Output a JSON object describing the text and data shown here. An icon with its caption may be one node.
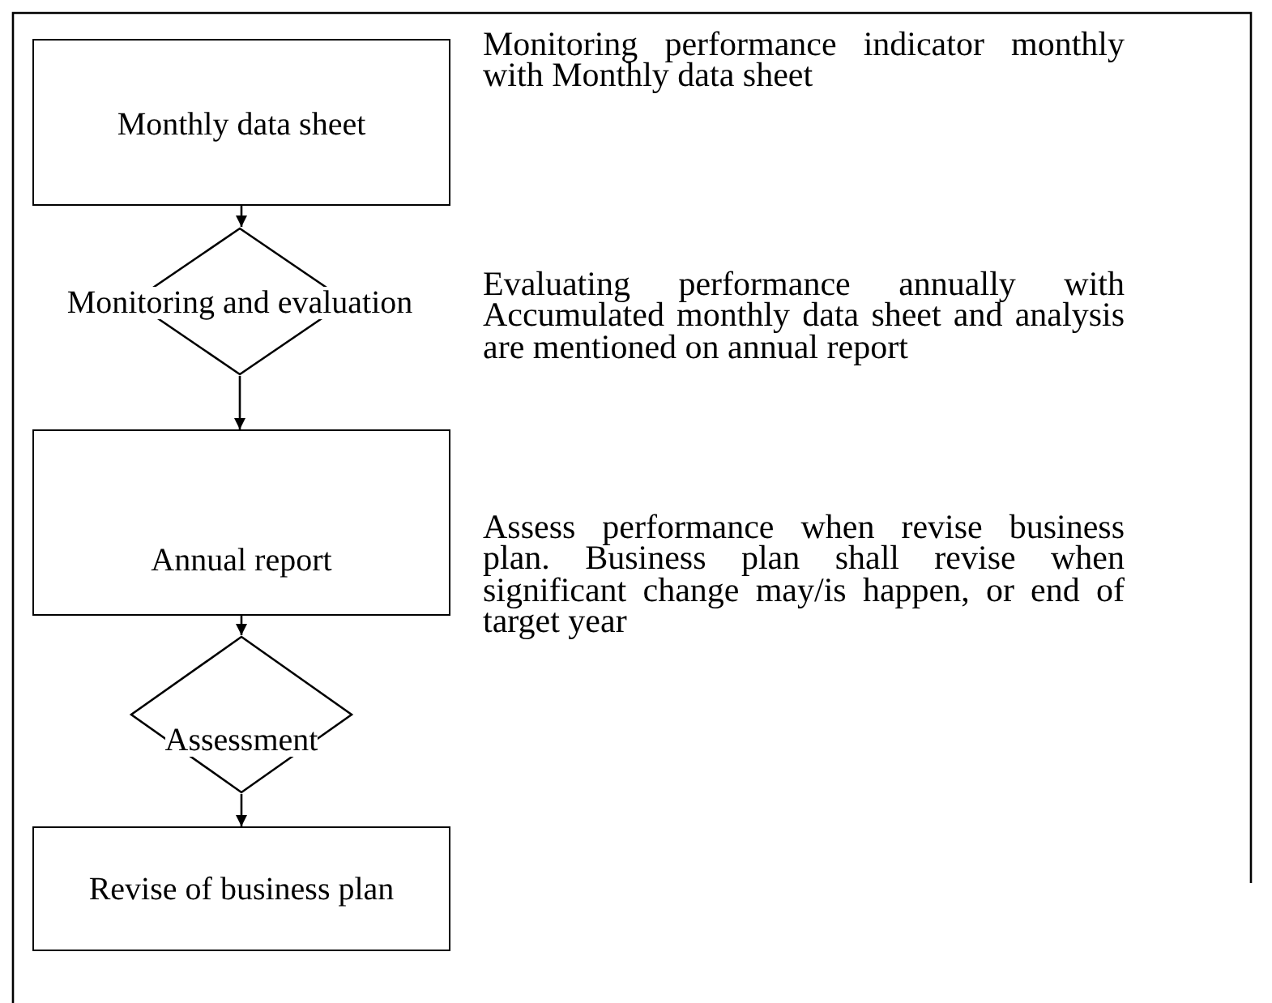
{
  "diagram": {
    "nodes": [
      {
        "text": [
          "Monthly data sheet"
        ]
      },
      {
        "text": [
          "Monitoring and evaluation"
        ]
      },
      {
        "text": [
          "Annual report"
        ]
      },
      {
        "text": [
          "Assessment"
        ]
      },
      {
        "text": [
          "Revise of business plan"
        ]
      }
    ],
    "edges": [
      {
        "from": 0,
        "to": 1,
        "arrow": "to"
      },
      {
        "from": 1,
        "to": 2,
        "arrow": "to"
      },
      {
        "from": 2,
        "to": 3,
        "arrow": "to"
      },
      {
        "from": 3,
        "to": 4,
        "arrow": "to"
      }
    ],
    "labels": [
      "Monitoring performance indicator monthly with Monthly data sheet",
      "Evaluating performance annually with Accumulated monthly data sheet and analysis are mentioned on annual report",
      "Assess performance when revise business plan. Business plan shall revise when significant change may/is happen, or end of target year"
    ]
  }
}
